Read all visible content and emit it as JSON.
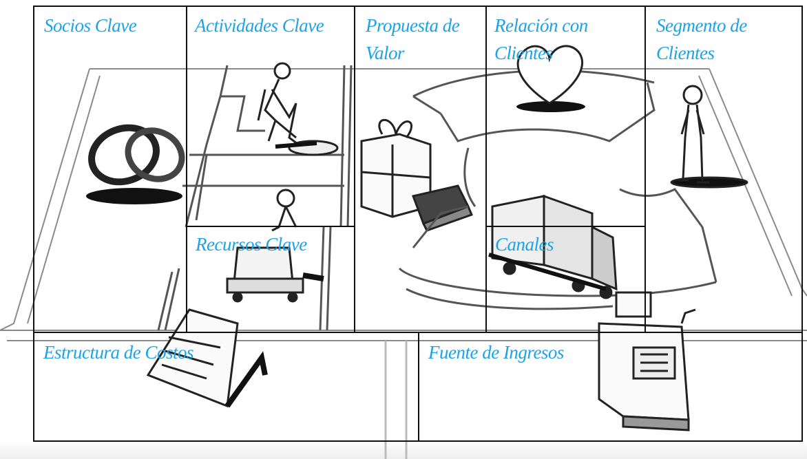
{
  "canvas": {
    "blocks": {
      "key_partners": {
        "label": "Socios Clave",
        "icon": "interlocked-rings-icon"
      },
      "key_activities": {
        "label": "Actividades Clave",
        "icon": "worker-digging-icon"
      },
      "key_resources": {
        "label": "Recursos Clave",
        "icon": "person-pushing-cart-icon"
      },
      "value_proposition": {
        "label_line1": "Propuesta de",
        "label_line2": "Valor",
        "icon": "gift-box-icon"
      },
      "customer_relationships": {
        "label_line1": "Relación con",
        "label_line2": "Clientes",
        "icon": "heart-icon"
      },
      "channels": {
        "label": "Canales",
        "icon": "delivery-truck-icon"
      },
      "customer_segments": {
        "label_line1": "Segmento de",
        "label_line2": "Clientes",
        "icon": "standing-person-icon"
      },
      "cost_structure": {
        "label": "Estructura de Costos",
        "icon": "paper-invoice-icon"
      },
      "revenue_streams": {
        "label": "Fuente de Ingresos",
        "icon": "cash-register-icon"
      }
    },
    "colors": {
      "label": "#1aa3e8",
      "lines": "#111111",
      "sketch": "#9a9a9a"
    }
  }
}
